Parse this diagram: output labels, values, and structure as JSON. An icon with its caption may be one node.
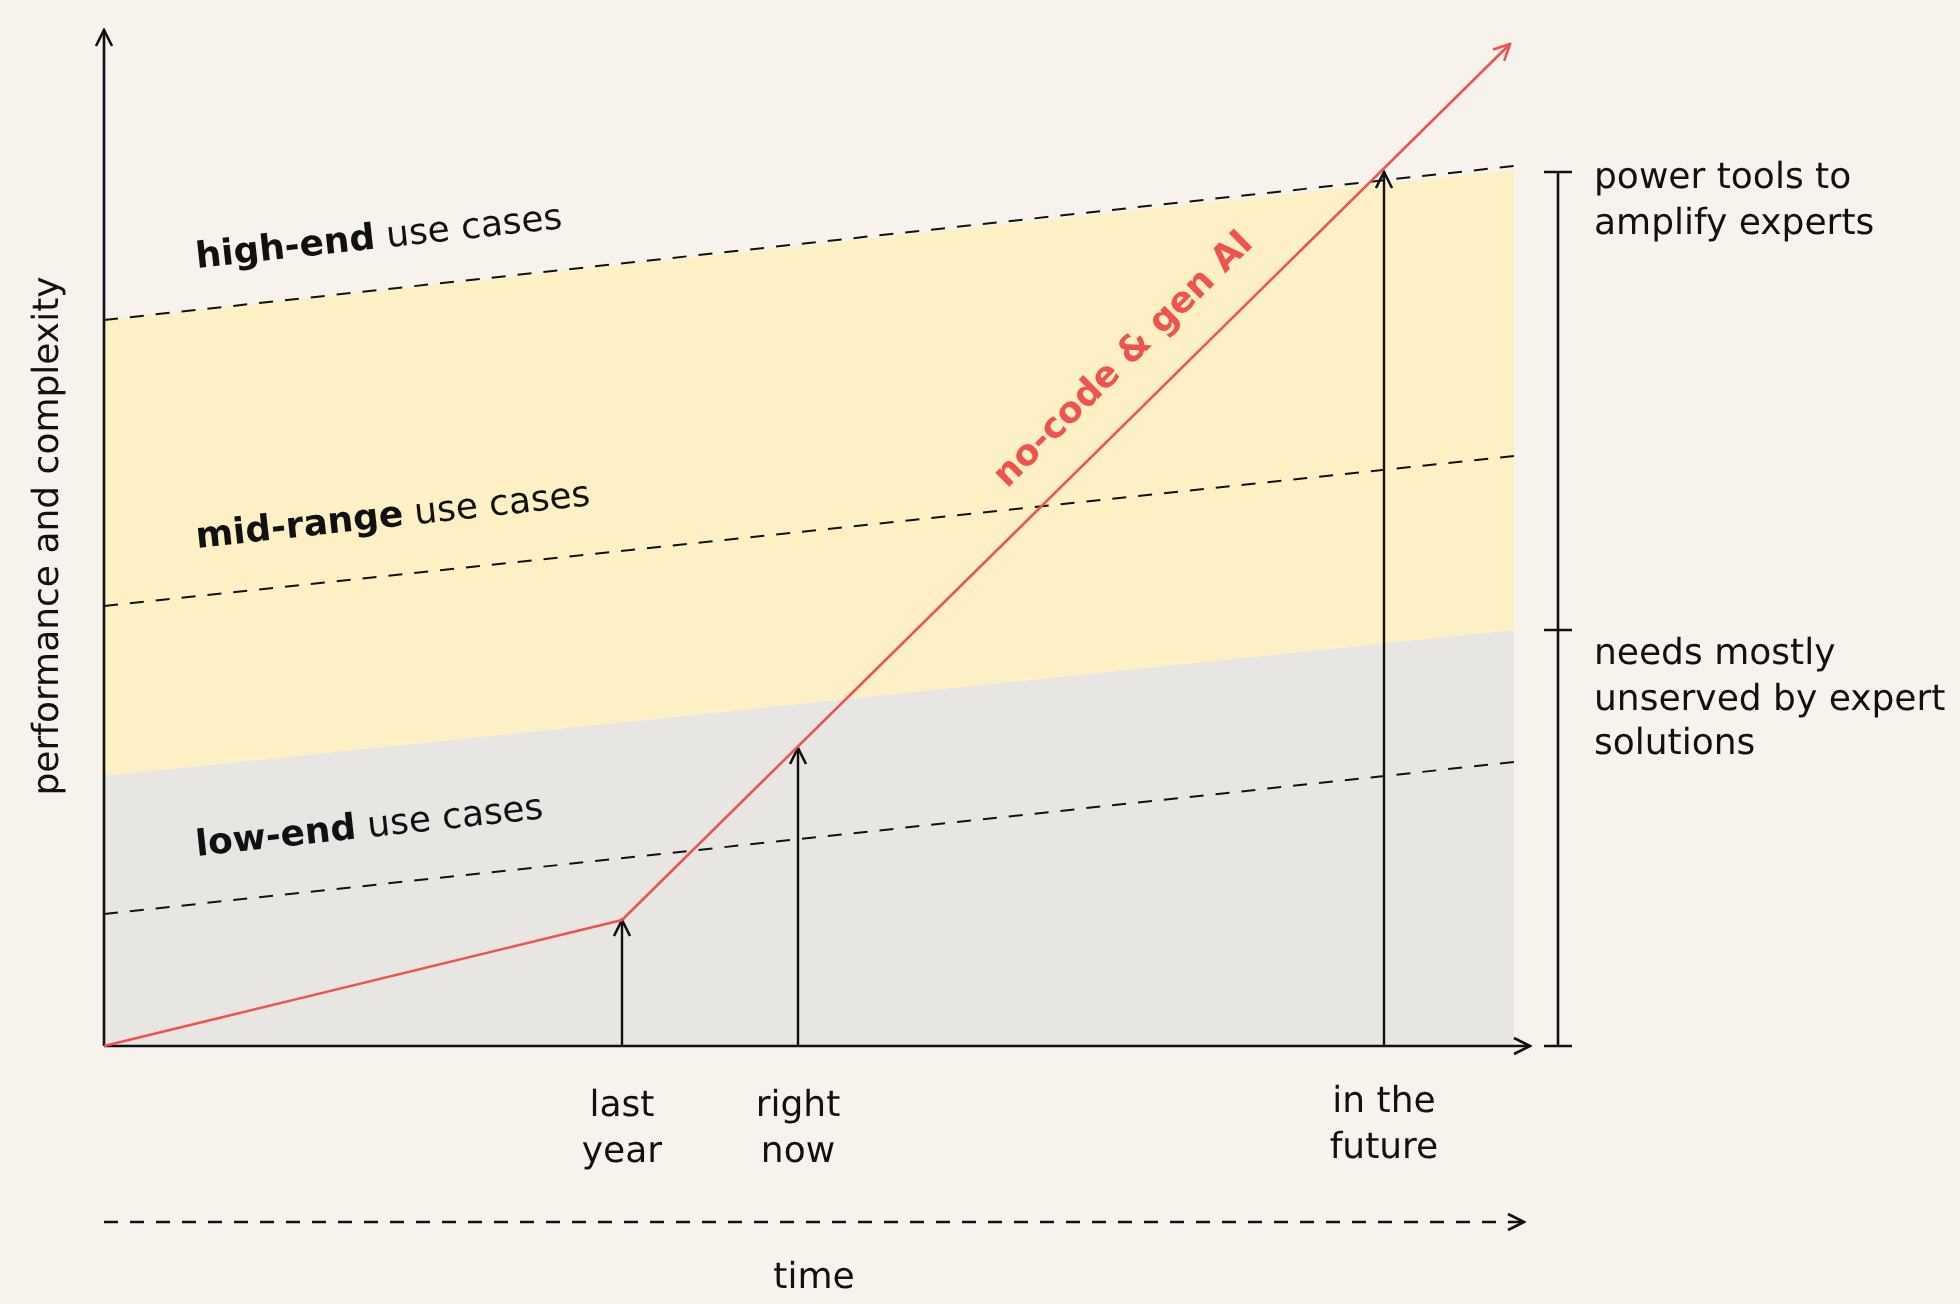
{
  "diagram": {
    "labels": [
      "**high-end** use cases",
      "**mid-range** use cases",
      "**low-end** use cases",
      "no-code & gen AI",
      "performance and complexity",
      "power tools to amplify experts",
      "needs mostly unserved by expert solutions",
      "last year",
      "right now",
      "in the future",
      "time"
    ]
  }
}
